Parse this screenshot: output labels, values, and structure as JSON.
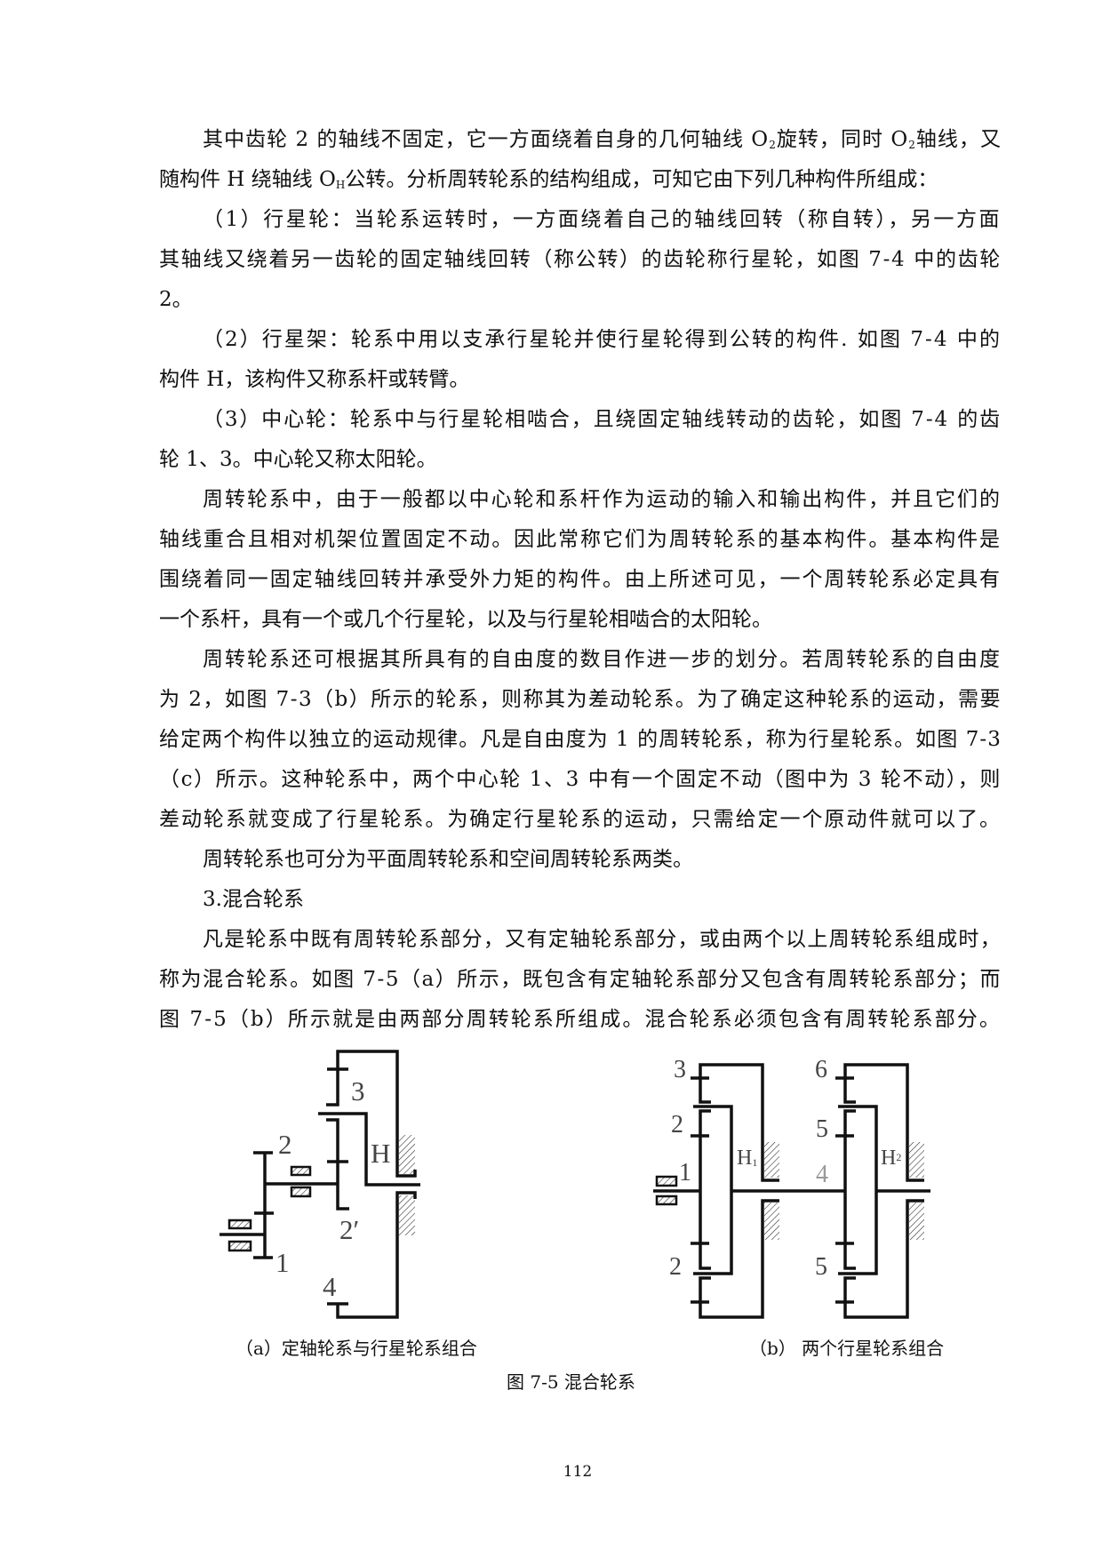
{
  "paragraph_lines": [
    {
      "segments": [
        "其中齿轮 2 的轴线不固定，它一方面绕着自身的几何轴线 O",
        "2",
        "旋转，同时 O",
        "2",
        "轴线，又"
      ],
      "indent": true,
      "justify": true
    },
    {
      "segments": [
        "随构件 H 绕轴线 O",
        "H",
        "公转。分析周转轮系的结构组成，可知它由下列几种构件所组成："
      ],
      "indent": false,
      "justify": false
    },
    {
      "text": "（1）行星轮：当轮系运转时，一方面绕着自己的轴线回转（称自转），另一方面",
      "indent": true,
      "justify": true
    },
    {
      "text": "其轴线又绕着另一齿轮的固定轴线回转（称公转）的齿轮称行星轮，如图 7-4 中的齿轮",
      "indent": false,
      "justify": true
    },
    {
      "text": "2。",
      "indent": false,
      "justify": false
    },
    {
      "text": "（2）行星架：轮系中用以支承行星轮并使行星轮得到公转的构件. 如图 7-4 中的",
      "indent": true,
      "justify": true
    },
    {
      "text": "构件 H，该构件又称系杆或转臂。",
      "indent": false,
      "justify": false
    },
    {
      "text": "（3）中心轮：轮系中与行星轮相啮合，且绕固定轴线转动的齿轮，如图 7-4 的齿",
      "indent": true,
      "justify": true
    },
    {
      "text": "轮 1、3。中心轮又称太阳轮。",
      "indent": false,
      "justify": false
    },
    {
      "text": "周转轮系中，由于一般都以中心轮和系杆作为运动的输入和输出构件，并且它们的",
      "indent": true,
      "justify": true
    },
    {
      "text": "轴线重合且相对机架位置固定不动。因此常称它们为周转轮系的基本构件。基本构件是",
      "indent": false,
      "justify": true
    },
    {
      "text": "围绕着同一固定轴线回转并承受外力矩的构件。由上所述可见，一个周转轮系必定具有",
      "indent": false,
      "justify": true
    },
    {
      "text": "一个系杆，具有一个或几个行星轮，以及与行星轮相啮合的太阳轮。",
      "indent": false,
      "justify": false
    },
    {
      "text": "周转轮系还可根据其所具有的自由度的数目作进一步的划分。若周转轮系的自由度",
      "indent": true,
      "justify": true
    },
    {
      "text": "为 2，如图 7-3（b）所示的轮系，则称其为差动轮系。为了确定这种轮系的运动，需要",
      "indent": false,
      "justify": true
    },
    {
      "text": "给定两个构件以独立的运动规律。凡是自由度为 1 的周转轮系，称为行星轮系。如图 7-3",
      "indent": false,
      "justify": true
    },
    {
      "text": "（c）所示。这种轮系中，两个中心轮 1、3 中有一个固定不动（图中为 3 轮不动），则",
      "indent": false,
      "justify": true
    },
    {
      "text": "差动轮系就变成了行星轮系。为确定行星轮系的运动，只需给定一个原动件就可以了。",
      "indent": false,
      "justify": true
    },
    {
      "text": "周转轮系也可分为平面周转轮系和空间周转轮系两类。",
      "indent": true,
      "justify": false
    },
    {
      "text": "3.混合轮系",
      "indent": true,
      "justify": false
    },
    {
      "text": "凡是轮系中既有周转轮系部分，又有定轴轮系部分，或由两个以上周转轮系组成时，",
      "indent": true,
      "justify": true
    },
    {
      "text": "称为混合轮系。如图 7-5（a）所示，既包含有定轴轮系部分又包含有周转轮系部分；而",
      "indent": false,
      "justify": true
    },
    {
      "text": "图 7-5（b）所示就是由两部分周转轮系所组成。混合轮系必须包含有周转轮系部分。",
      "indent": false,
      "justify": true
    }
  ],
  "figure_a": {
    "labels": {
      "gear3": "3",
      "gear2": "2",
      "carrier": "H",
      "gear2p": "2′",
      "gear1": "1",
      "gear4": "4"
    },
    "caption": "（a）定轴轮系与行星轮系组合"
  },
  "figure_b": {
    "labels": {
      "gear3": "3",
      "gear2_top": "2",
      "carrier1": "H",
      "carrier1_sub": "1",
      "gear1": "1",
      "gear2_bottom": "2",
      "gear4": "4",
      "gear6": "6",
      "gear5_top": "5",
      "carrier2": "H",
      "carrier2_sub": "2",
      "gear5_bottom": "5"
    },
    "caption": "（b） 两个行星轮系组合"
  },
  "figure_caption": "图 7-5 混合轮系",
  "page_number": "112"
}
